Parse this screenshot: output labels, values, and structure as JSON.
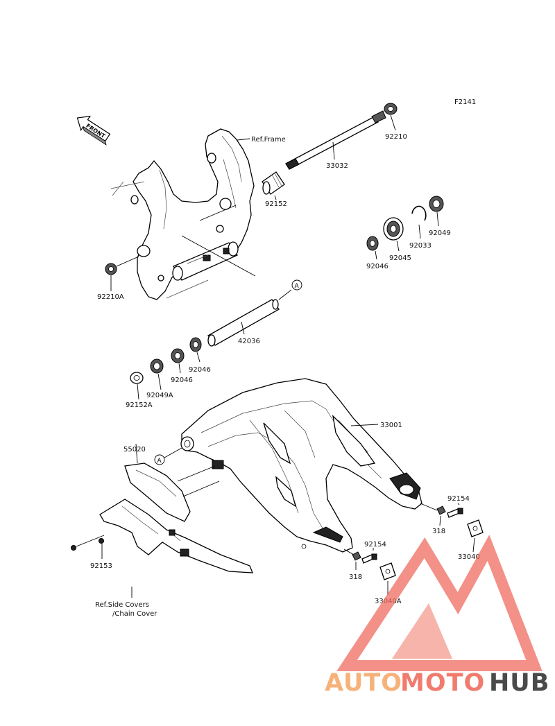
{
  "figure_code": "F2141",
  "front_arrow": "FRONT",
  "callouts": {
    "ref_frame": "Ref.Frame",
    "ref_side_covers_1": "Ref.Side Covers",
    "ref_side_covers_2": "/Chain Cover",
    "marker_a": "A"
  },
  "part_labels": {
    "p92210": "92210",
    "p33032": "33032",
    "p92152": "92152",
    "p92049": "92049",
    "p92033": "92033",
    "p92045": "92045",
    "p92046_top": "92046",
    "p92210A": "92210A",
    "p42036": "42036",
    "p92046_mid": "92046",
    "p92046_low": "92046",
    "p92049A": "92049A",
    "p92152A": "92152A",
    "p33001": "33001",
    "p55020": "55020",
    "p92154_r": "92154",
    "p318_r": "318",
    "p33040": "33040",
    "p92154_l": "92154",
    "p318_l": "318",
    "p33040A": "33040A",
    "p92153": "92153"
  },
  "watermark": {
    "part1": "AUTO",
    "part2": "MOTO",
    "part3": "HUB",
    "color1": "#f7b27a",
    "color2": "#f07c6e",
    "color3": "#4a4a4a",
    "logo_color": "#ef6b60"
  }
}
